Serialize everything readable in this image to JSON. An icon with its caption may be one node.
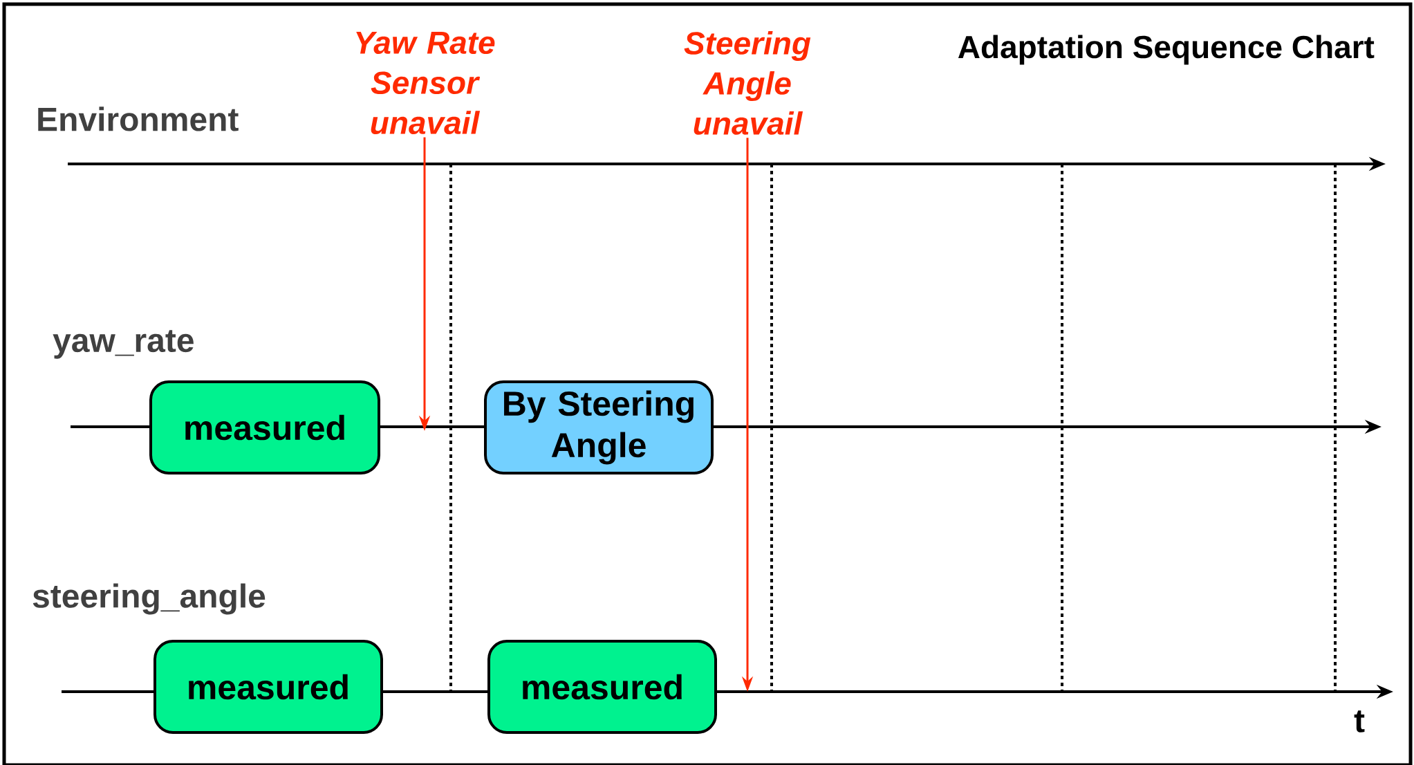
{
  "diagram": {
    "title": "Adaptation Sequence Chart",
    "nodes": [
      {
        "text": [
          "measured"
        ]
      },
      {
        "text": [
          "By Steering Angle"
        ]
      },
      {
        "text": [
          "measured"
        ]
      },
      {
        "text": [
          "measured"
        ]
      },
      {
        "text": [
          "Yaw Rate Sensor unavail"
        ]
      },
      {
        "text": [
          "Steering Angle unavail"
        ]
      }
    ],
    "edges": [
      {
        "from": 4,
        "to": null,
        "arrow": "to"
      },
      {
        "from": 5,
        "to": null,
        "arrow": "to"
      }
    ],
    "labels": [
      "Environment",
      "yaw_rate",
      "steering_angle",
      "t"
    ]
  }
}
